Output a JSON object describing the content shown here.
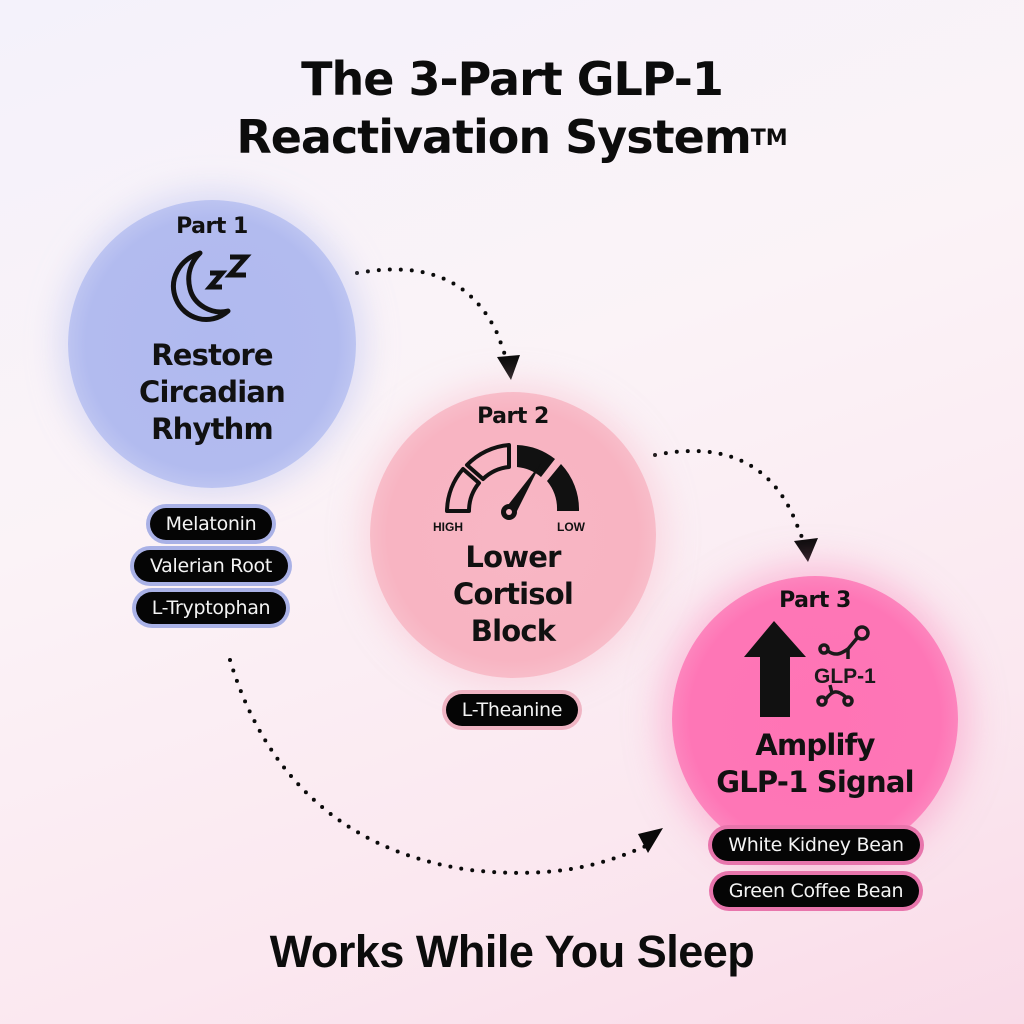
{
  "title": {
    "line1": "The 3-Part GLP-1",
    "line2": "Reactivation System",
    "trademark": "TM"
  },
  "parts": [
    {
      "label": "Part 1",
      "icon": "moon-sleep-icon",
      "heading": [
        "Restore",
        "Circadian",
        "Rhythm"
      ],
      "color": "#b2bbef",
      "ingredients": [
        "Melatonin",
        "Valerian Root",
        "L-Tryptophan"
      ]
    },
    {
      "label": "Part 2",
      "icon": "cortisol-gauge-icon",
      "gauge": {
        "high_label": "HIGH",
        "low_label": "LOW"
      },
      "heading": [
        "Lower",
        "Cortisol",
        "Block"
      ],
      "color": "#f8b4c2",
      "ingredients": [
        "L-Theanine"
      ]
    },
    {
      "label": "Part 3",
      "icon": "up-arrow-molecule-icon",
      "molecule_label": "GLP-1",
      "heading": [
        "Amplify",
        "GLP-1 Signal"
      ],
      "color": "#fe76b6",
      "ingredients": [
        "White Kidney Bean",
        "Green Coffee Bean"
      ]
    }
  ],
  "flow": [
    {
      "from": "Part 1",
      "to": "Part 2"
    },
    {
      "from": "Part 2",
      "to": "Part 3"
    },
    {
      "from": "Part 1",
      "to": "Part 3"
    }
  ],
  "footer": "Works While You Sleep"
}
